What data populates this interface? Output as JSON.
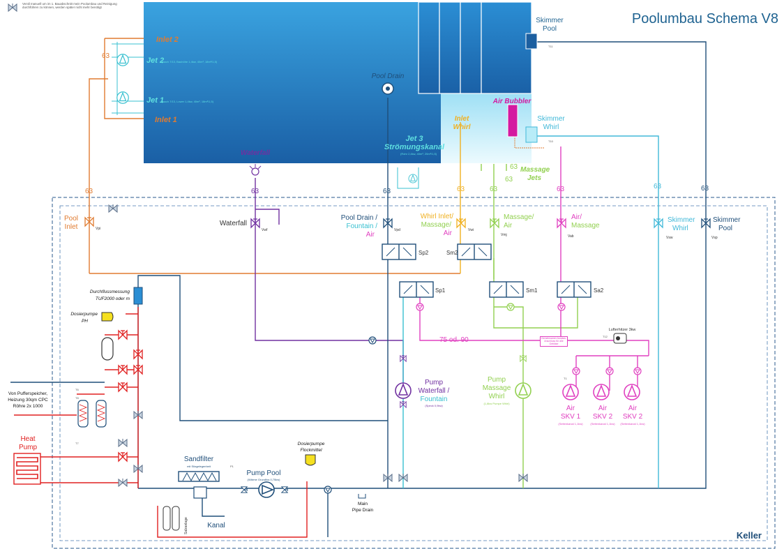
{
  "header": {
    "title": "Poolumbau Schema V8",
    "brand": "Keller",
    "legend_note": "Ventil manuell um im 1. Bauabschnitt mein Poolumbau und Reinigung durchführen zu können, werden später nicht mehr benötigt"
  },
  "pool": {
    "inlet2": "Inlet 2",
    "jet2": "Jet 2",
    "jet2_note": "(nach 7/13, Bauhöhe 1,4kw, 40m³, 18m³/1,5)",
    "jet1": "Jet 1",
    "jet1_note": "(nach 7/13, Lower 1,4kw, 40m³, 18m³/1,5)",
    "inlet1": "Inlet 1",
    "pool_drain": "Pool Drain",
    "waterfall": "Waterfall",
    "jet3_line1": "Jet 3",
    "jet3_line2": "Strömungskanal",
    "jet3_note": "(Rohr 2,4kw, 40m³, 20m³/1,5)",
    "skimmer_pool_l1": "Skimmer",
    "skimmer_pool_l2": "Pool",
    "air_bubbler": "Air Bubbler",
    "inlet_whirl_l1": "Inlet",
    "inlet_whirl_l2": "Whirl",
    "skimmer_whirl_l1": "Skimmer",
    "skimmer_whirl_l2": "Whirl",
    "massage_jets_l1": "Massage",
    "massage_jets_l2": "Jets",
    "sensor_t11": "T11",
    "sensor_t10": "T10"
  },
  "pipe_labels": {
    "p63": "63",
    "p75": "75 od. 90"
  },
  "valves": {
    "pool_inlet_l1": "Pool",
    "pool_inlet_l2": "Inlet",
    "v_pi": "Vpi",
    "waterfall": "Waterfall",
    "v_wf": "Vwf",
    "pool_drain_l1": "Pool Drain /",
    "pool_drain_l2": "Fountain /",
    "pool_drain_l3": "Air",
    "v_pd": "Vpd",
    "whirl_inlet_l1": "Whirl Inlet/",
    "whirl_inlet_l2": "Massage/",
    "whirl_inlet_l3": "Air",
    "v_wi": "Vwi",
    "massage_air_l1": "Massage/",
    "massage_air_l2": "Air",
    "v_mj": "Vmj",
    "air_massage_l1": "Air/",
    "air_massage_l2": "Massage",
    "v_ab": "Vab",
    "skimmer_whirl_l1": "Skimmer",
    "skimmer_whirl_l2": "Whirl",
    "v_sw": "Vsw",
    "skimmer_pool_l1": "Skimmer",
    "skimmer_pool_l2": "Pool",
    "v_sp": "Vsp"
  },
  "switches": {
    "s_p2": "Sp2",
    "s_m2": "Sm2",
    "s_p1": "Sp1",
    "s_m1": "Sm1",
    "s_a2": "Sa2"
  },
  "equipment": {
    "flow_meter_l1": "Durchflussmessung",
    "flow_meter_l2": "TUF2000 oder m",
    "dosing_ph_l1": "Dosierpumpe",
    "dosing_ph_l2": "PH",
    "dosing_floc_l1": "Dosierpumpe",
    "dosing_floc_l2": "Flockmittel",
    "buffer_l1": "Von Pufferspeicher,",
    "buffer_l2": "Heizung 30qm CPC",
    "buffer_l3": "Röhre 2x 1000",
    "heat_pump_l1": "Heat",
    "heat_pump_l2": "Pump",
    "sandfilter": "Sandfilter",
    "sandfilter_note": "mit Sitzgelegenheit",
    "pump_pool": "Pump Pool",
    "pump_pool_note": "(Wärme Grundfos 0,75kw)",
    "kanal": "Kanal",
    "main_drain_l1": "Main",
    "main_drain_l2": "Pipe Drain",
    "pump_wf_l1": "Pump",
    "pump_wf_l2": "Waterfall /",
    "pump_wf_l3": "Fountain",
    "pump_wf_note": "(Speck 0,9kw)",
    "pump_mw_l1": "Pump",
    "pump_mw_l2": "Massage",
    "pump_mw_l3": "Whirl",
    "pump_mw_note": "(1,8kw Pumpe Whirl)",
    "air1_l1": "Air",
    "air1_l2": "SKV 1",
    "air1_note": "(Seitenkanal 1,1kw)",
    "air2_l1": "Air",
    "air2_l2": "SKV 2",
    "air2_note": "(Seitenkanal 1,1kw)",
    "air3_l1": "Air",
    "air3_l2": "SKV 2",
    "air3_note": "(Seitenkanal 1,1kw)",
    "air_heater": "Lufterhitzer 3kw",
    "air_note": "Gemeinsamer Auslass-Anschluss für alle Gebläse",
    "salt": "Salzanlage",
    "sensor_t6": "T6",
    "sensor_t8": "T8",
    "sensor_t7": "T7",
    "sensor_t1": "T1",
    "sensor_t12": "T12",
    "sensor_p1": "P1"
  },
  "colors": {
    "pool_dark": "#1c68ad",
    "pool_light": "#38a0de",
    "whirl_light": "#e2f6fd",
    "navy": "#1f4e79",
    "orange": "#e07b30",
    "yellow": "#f0b020",
    "green": "#92d050",
    "magenta": "#e040c0",
    "purple": "#7030a0",
    "teal": "#38c0d0",
    "cyan": "#40b8d8",
    "red": "#e02020",
    "title_blue": "#1f6391"
  }
}
